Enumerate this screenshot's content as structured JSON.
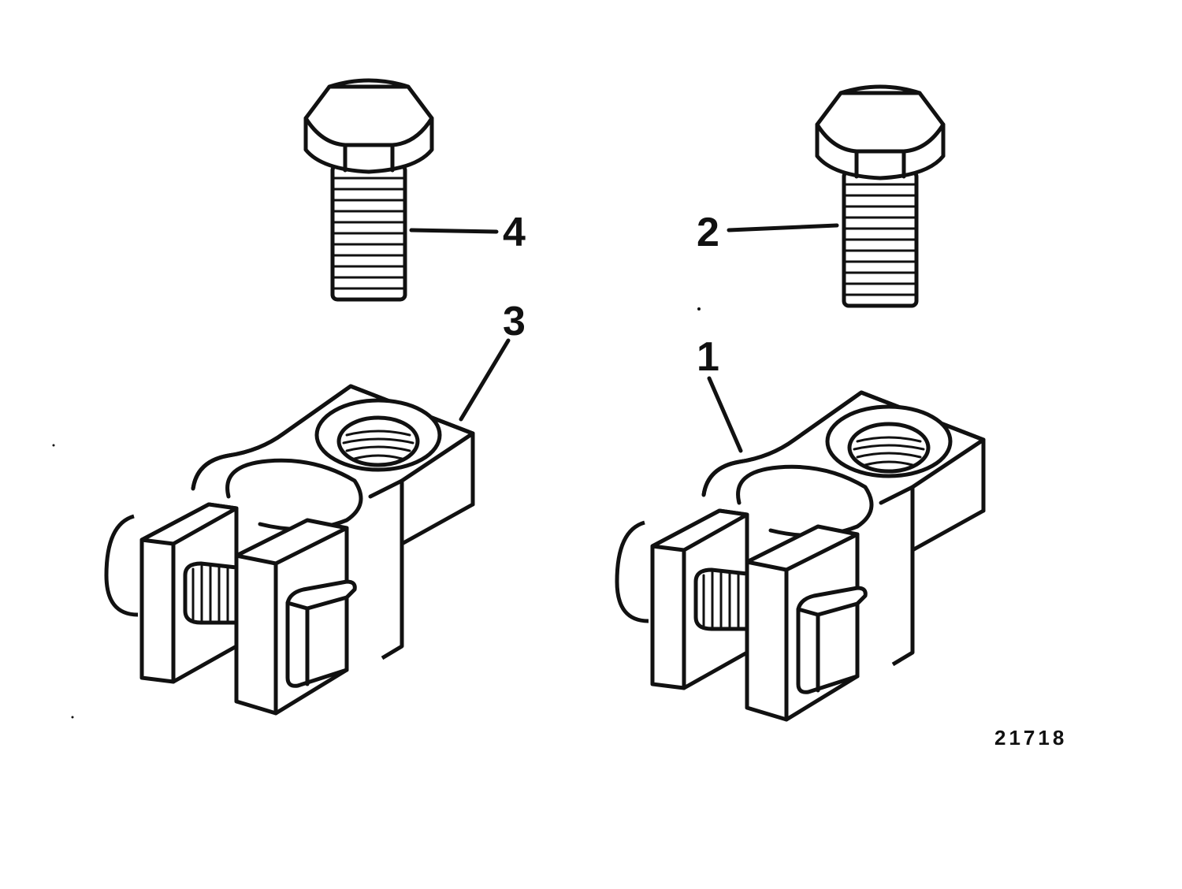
{
  "callouts": {
    "c1": "1",
    "c2": "2",
    "c3": "3",
    "c4": "4"
  },
  "figure_id": "21718",
  "parts": {
    "bolt-left-icon": "hex-bolt-icon",
    "bolt-right-icon": "hex-bolt-icon",
    "clamp-left-icon": "battery-terminal-clamp-icon",
    "clamp-right-icon": "battery-terminal-clamp-icon"
  }
}
